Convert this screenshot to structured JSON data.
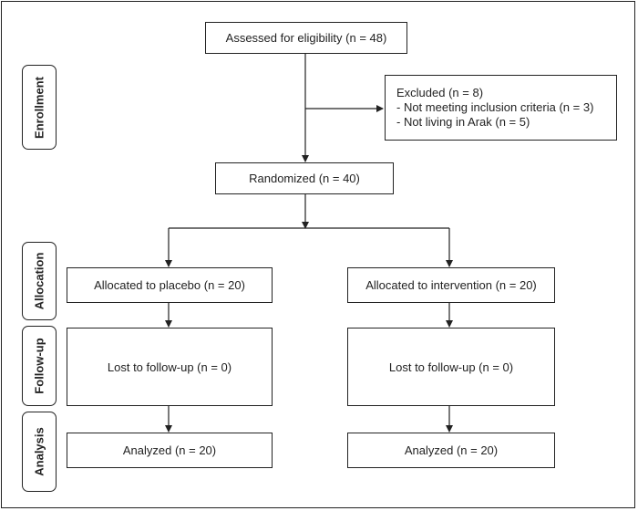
{
  "phases": {
    "enrollment": "Enrollment",
    "allocation": "Allocation",
    "followup": "Follow-up",
    "analysis": "Analysis"
  },
  "boxes": {
    "assessed": "Assessed for eligibility (n = 48)",
    "excluded_title": "Excluded (n = 8)",
    "excluded_reason1": "- Not meeting inclusion criteria (n = 3)",
    "excluded_reason2": "- Not living in Arak (n = 5)",
    "randomized": "Randomized (n = 40)",
    "alloc_placebo": "Allocated to placebo (n = 20)",
    "alloc_intervention": "Allocated to intervention (n = 20)",
    "lost_placebo": "Lost to follow-up (n = 0)",
    "lost_intervention": "Lost to follow-up (n = 0)",
    "analyzed_placebo": "Analyzed (n = 20)",
    "analyzed_intervention": "Analyzed (n = 20)"
  }
}
